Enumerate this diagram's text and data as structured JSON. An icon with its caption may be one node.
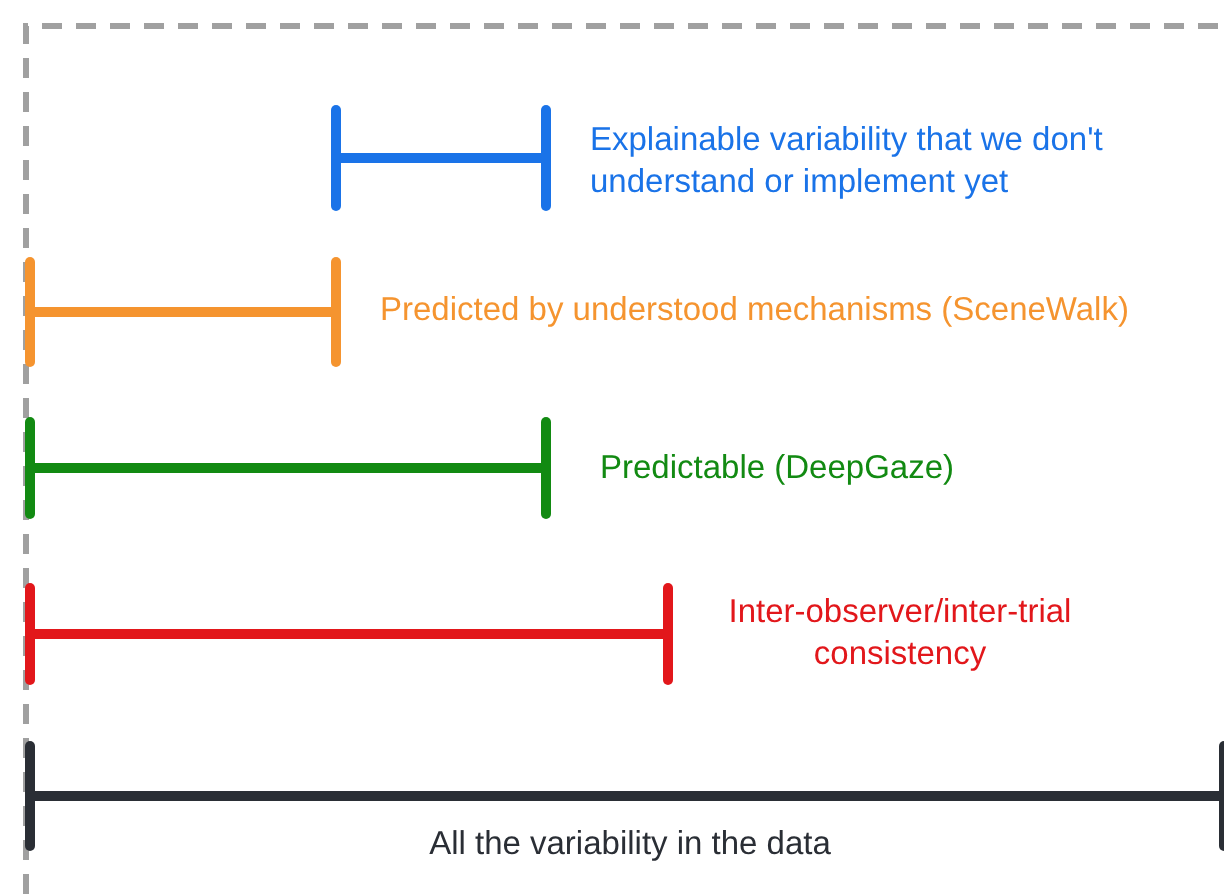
{
  "diagram": {
    "labels": [
      "Explainable variability that we don't understand or implement yet",
      "Predicted by understood mechanisms (SceneWalk)",
      "Predictable (DeepGaze)",
      "Inter-observer/inter-trial consistency",
      "All the variability in the data"
    ]
  }
}
